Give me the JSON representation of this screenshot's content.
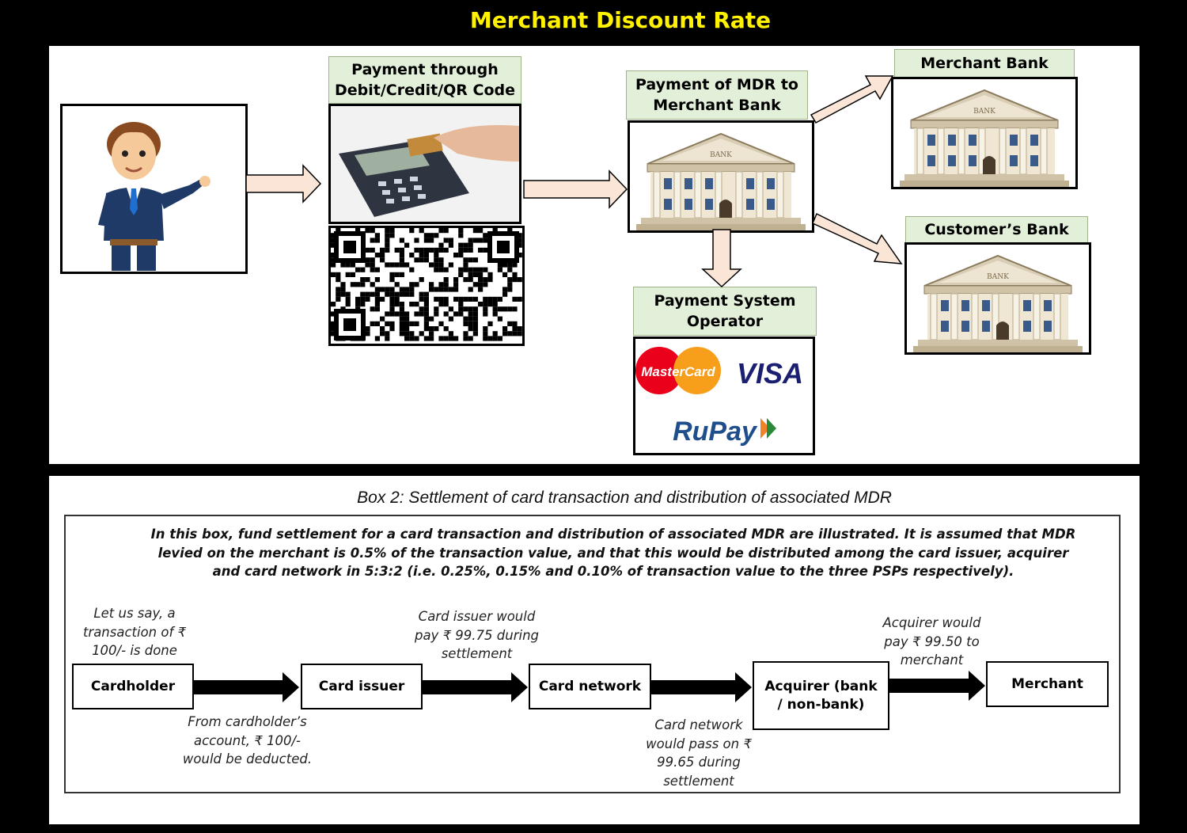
{
  "title": "Merchant Discount Rate",
  "top_diagram": {
    "payment_label": "Payment through Debit/Credit/QR Code",
    "mdr_label": "Payment of MDR to Merchant Bank",
    "merchant_bank_label": "Merchant Bank",
    "customer_bank_label": "Customer’s Bank",
    "pso_label": "Payment System Operator",
    "bank_sign": "BANK",
    "networks": [
      "MasterCard",
      "VISA",
      "RuPay"
    ]
  },
  "box2": {
    "title": "Box 2: Settlement of card transaction and distribution of associated MDR",
    "intro": "In this box, fund settlement for a card transaction and distribution of associated MDR are illustrated. It is assumed that MDR levied on the merchant is 0.5% of the transaction value, and that this would be distributed among the card issuer, acquirer and card network in 5:3:2 (i.e. 0.25%, 0.15% and 0.10% of transaction value to the three PSPs respectively).",
    "nodes": [
      "Cardholder",
      "Card issuer",
      "Card network",
      "Acquirer (bank / non-bank)",
      "Merchant"
    ],
    "notes": {
      "start": "Let us say, a transaction of ₹ 100/- is done",
      "deduct": "From cardholder’s account, ₹ 100/- would be deducted.",
      "issuer_pay": "Card issuer would pay ₹ 99.75 during settlement",
      "network_pass": "Card network would pass on ₹ 99.65 during settlement",
      "acquirer_pay": "Acquirer would pay ₹ 99.50 to merchant"
    }
  }
}
